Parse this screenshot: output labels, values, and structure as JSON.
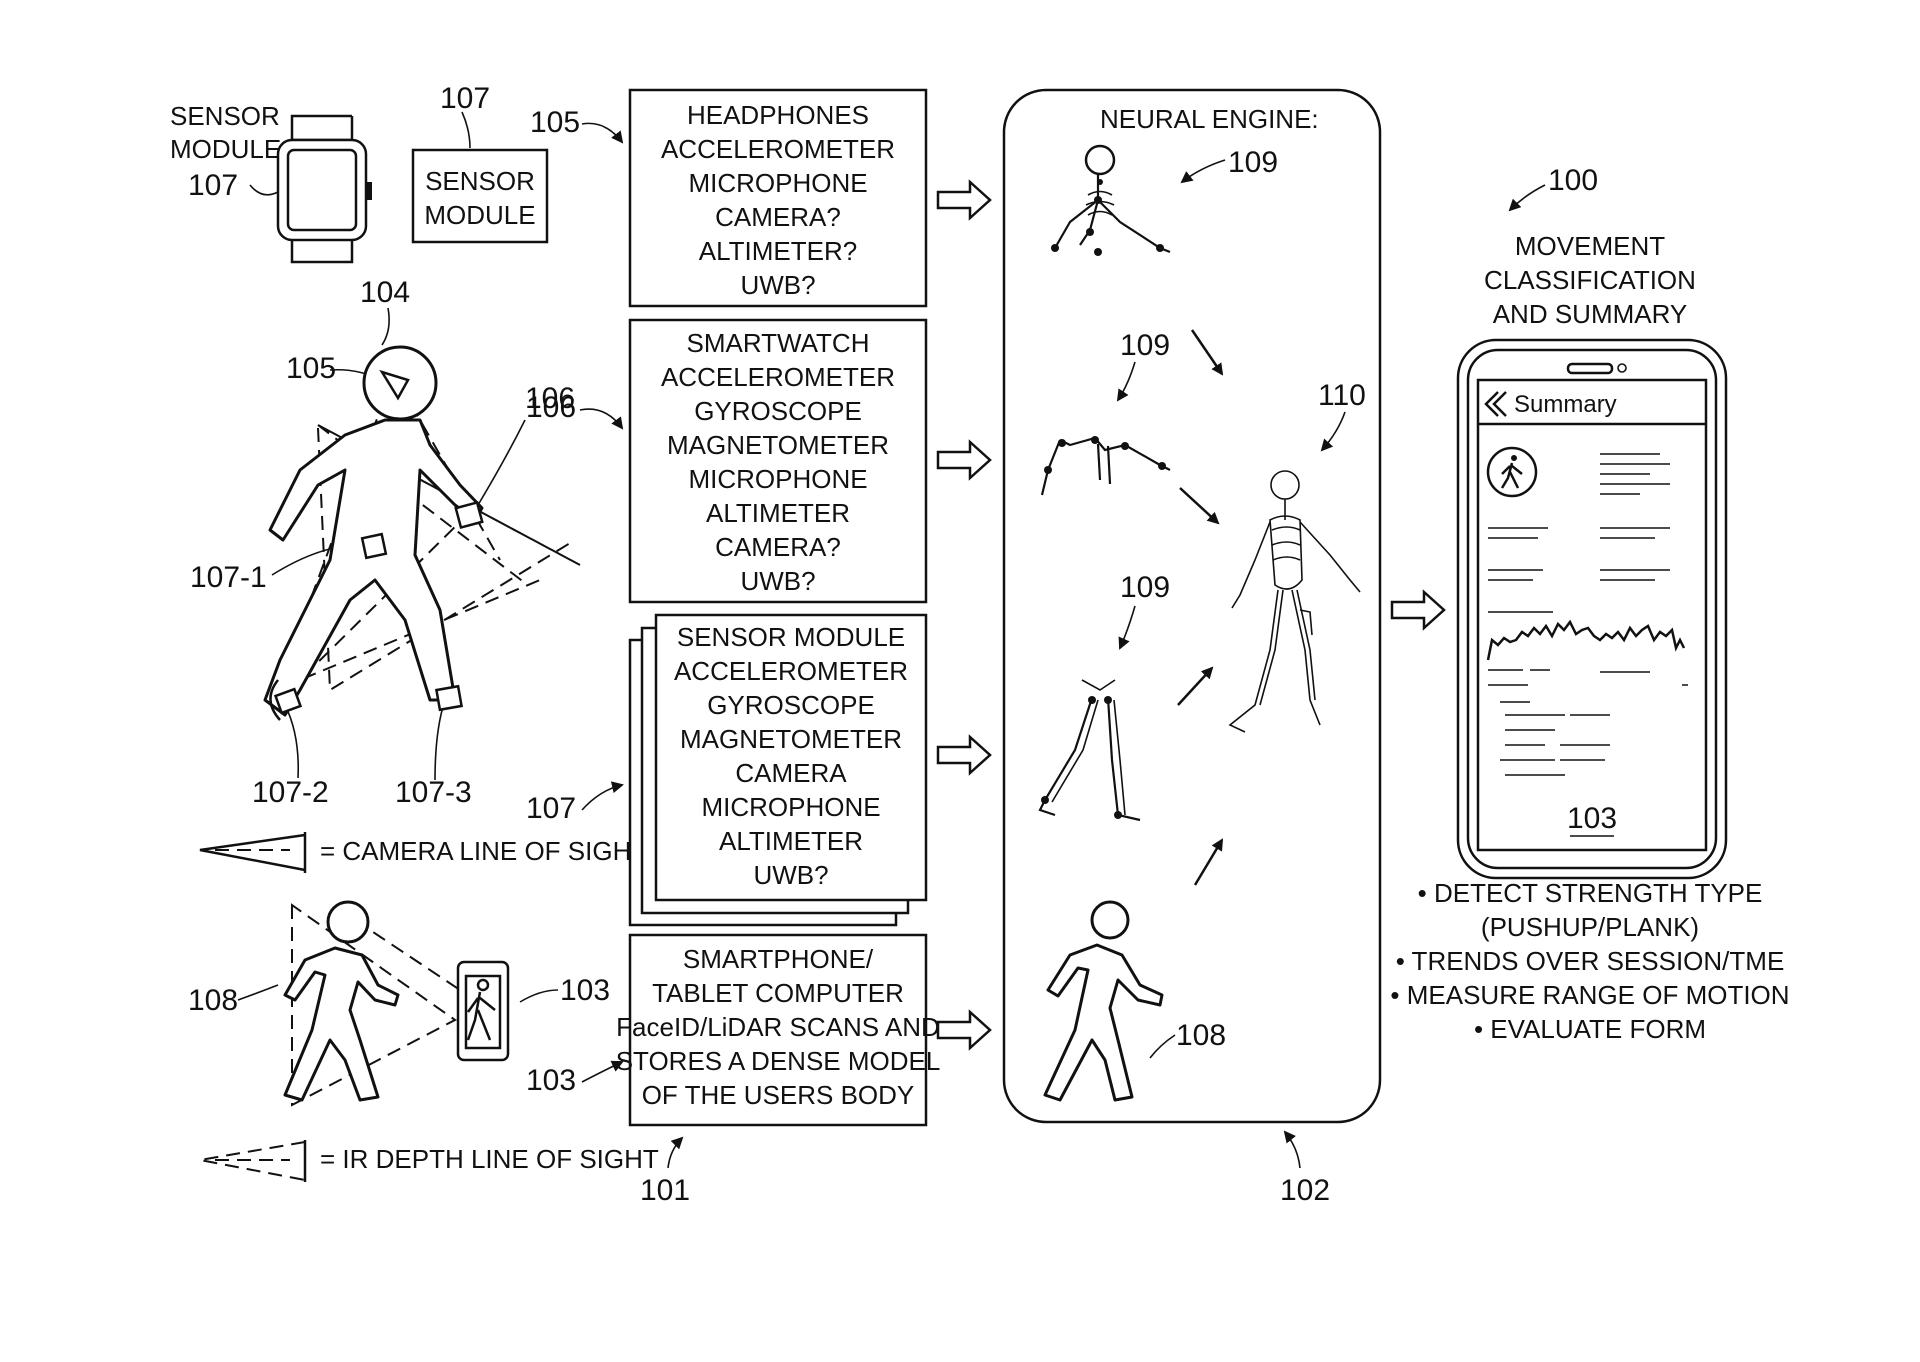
{
  "sensor_devices": {
    "watch_label_line1": "SENSOR",
    "watch_label_line2": "MODULE",
    "watch_ref": "107",
    "module_ref": "107",
    "module_line1": "SENSOR",
    "module_line2": "MODULE"
  },
  "person_figure": {
    "ref_head": "104",
    "ref_headphones": "105",
    "ref_watch": "106",
    "ref_sensor_1": "107-1",
    "ref_sensor_2": "107-2",
    "ref_sensor_3": "107-3"
  },
  "legend": {
    "camera": "= CAMERA LINE OF SIGHT",
    "ir_depth": "= IR DEPTH LINE OF SIGHT"
  },
  "scan_figure": {
    "ref_person": "108",
    "ref_phone": "103"
  },
  "sensor_boxes": [
    {
      "ref": "105",
      "lines": [
        "HEADPHONES",
        "ACCELEROMETER",
        "MICROPHONE",
        "CAMERA?",
        "ALTIMETER?",
        "UWB?"
      ]
    },
    {
      "ref": "106",
      "lines": [
        "SMARTWATCH",
        "ACCELEROMETER",
        "GYROSCOPE",
        "MAGNETOMETER",
        "MICROPHONE",
        "ALTIMETER",
        "CAMERA?",
        "UWB?"
      ]
    },
    {
      "ref": "107",
      "lines": [
        "SENSOR MODULE",
        "ACCELEROMETER",
        "GYROSCOPE",
        "MAGNETOMETER",
        "CAMERA",
        "MICROPHONE",
        "ALTIMETER",
        "UWB?"
      ]
    },
    {
      "ref": "103",
      "lines": [
        "SMARTPHONE/",
        "TABLET COMPUTER",
        "FaceID/LiDAR SCANS AND",
        "STORES A DENSE MODEL",
        "OF THE USERS BODY"
      ]
    }
  ],
  "group_ref_101": "101",
  "neural_engine": {
    "title": "NEURAL ENGINE:",
    "ref_109_a": "109",
    "ref_109_b": "109",
    "ref_109_c": "109",
    "ref_110": "110",
    "ref_108": "108",
    "ref_102": "102"
  },
  "summary_panel": {
    "ref_100": "100",
    "heading_line1": "MOVEMENT",
    "heading_line2": "CLASSIFICATION",
    "heading_line3": "AND SUMMARY",
    "screen_title": "Summary",
    "phone_ref": "103",
    "bullets": [
      "• DETECT STRENGTH TYPE",
      "(PUSHUP/PLANK)",
      "• TRENDS OVER SESSION/TME",
      "• MEASURE RANGE OF MOTION",
      "• EVALUATE FORM"
    ]
  }
}
